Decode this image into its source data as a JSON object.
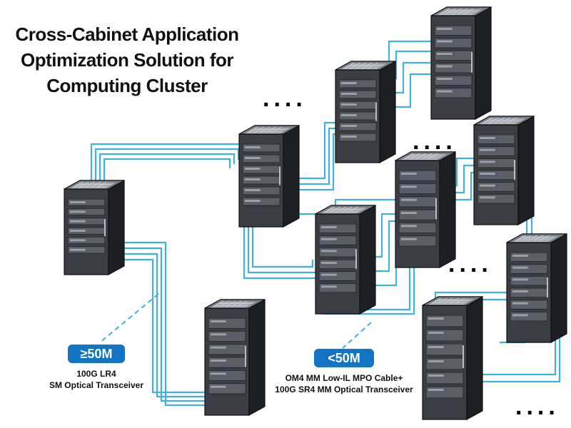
{
  "title": {
    "line1": "Cross-Cabinet Application",
    "line2": "Optimization Solution for",
    "line3": "Computing Cluster"
  },
  "left_label": {
    "badge": "≥50M",
    "line1": "100G LR4",
    "line2": "SM Optical Transceiver"
  },
  "right_label": {
    "badge": "<50M",
    "line1": "OM4 MM Low-IL MPO Cable+",
    "line2": "100G SR4 MM Optical Transceiver"
  },
  "ellipsis": "....",
  "colors": {
    "cable": "#3fb0e0",
    "badge": "#1474c4",
    "rack_front": "#3b3e44",
    "rack_side": "#1d1f23",
    "rack_top": "#7b7f87"
  },
  "icons": [
    "server-rack-icon"
  ]
}
